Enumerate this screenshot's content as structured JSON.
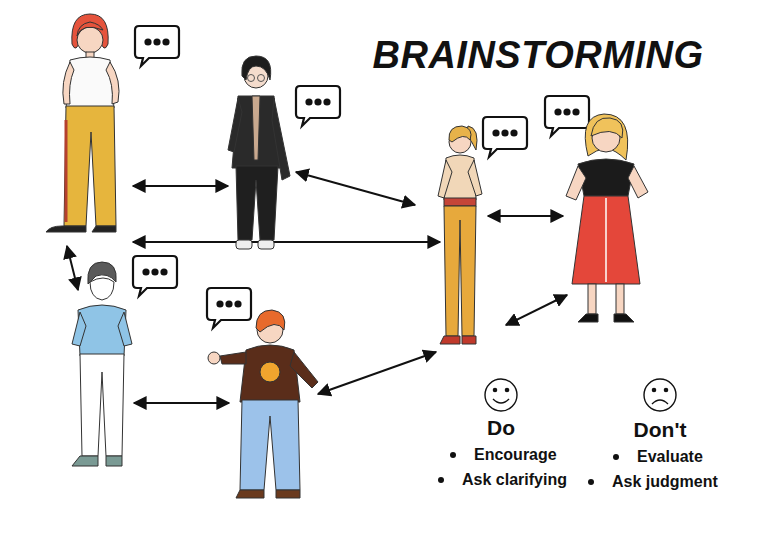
{
  "diagram": {
    "title": "BRAINSTORMING",
    "labels": [
      "Do",
      "Encourage",
      "Ask clarifying",
      "Don't",
      "Evaluate",
      "Ask judgment"
    ]
  }
}
